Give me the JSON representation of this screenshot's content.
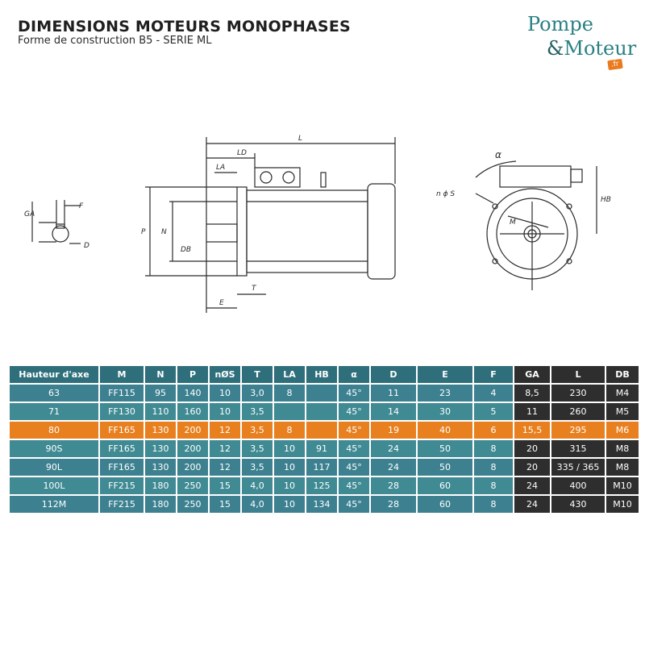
{
  "header": {
    "title": "DIMENSIONS MOTEURS MONOPHASES",
    "subtitle": "Forme de construction B5 - SERIE ML"
  },
  "logo": {
    "line1": "Pompe",
    "amp": "&",
    "line2": "Moteur",
    "tld": ".fr"
  },
  "drawing_labels": {
    "L": "L",
    "LD": "LD",
    "LA": "LA",
    "P": "P",
    "N": "N",
    "DB": "DB",
    "T": "T",
    "E": "E",
    "GA": "GA",
    "F": "F",
    "D": "D",
    "alpha": "α",
    "nS": "n ϕ S",
    "M": "M",
    "HB": "HB"
  },
  "table": {
    "headers": [
      "Hauteur d'axe",
      "M",
      "N",
      "P",
      "nØS",
      "T",
      "LA",
      "HB",
      "α",
      "D",
      "E",
      "F",
      "GA",
      "L",
      "DB"
    ],
    "rows": [
      [
        "63",
        "FF115",
        "95",
        "140",
        "10",
        "3,0",
        "8",
        "",
        "45°",
        "11",
        "23",
        "4",
        "8,5",
        "230",
        "M4"
      ],
      [
        "71",
        "FF130",
        "110",
        "160",
        "10",
        "3,5",
        "",
        "",
        "45°",
        "14",
        "30",
        "5",
        "11",
        "260",
        "M5"
      ],
      [
        "80",
        "FF165",
        "130",
        "200",
        "12",
        "3,5",
        "8",
        "",
        "45°",
        "19",
        "40",
        "6",
        "15,5",
        "295",
        "M6"
      ],
      [
        "90S",
        "FF165",
        "130",
        "200",
        "12",
        "3,5",
        "10",
        "91",
        "45°",
        "24",
        "50",
        "8",
        "20",
        "315",
        "M8"
      ],
      [
        "90L",
        "FF165",
        "130",
        "200",
        "12",
        "3,5",
        "10",
        "117",
        "45°",
        "24",
        "50",
        "8",
        "20",
        "335 / 365",
        "M8"
      ],
      [
        "100L",
        "FF215",
        "180",
        "250",
        "15",
        "4,0",
        "10",
        "125",
        "45°",
        "28",
        "60",
        "8",
        "24",
        "400",
        "M10"
      ],
      [
        "112M",
        "FF215",
        "180",
        "250",
        "15",
        "4,0",
        "10",
        "134",
        "45°",
        "28",
        "60",
        "8",
        "24",
        "430",
        "M10"
      ]
    ],
    "highlight_row": 2,
    "colors": {
      "teal": "#3d8190",
      "orange": "#e8801f",
      "dark": "#2e2e2e"
    }
  }
}
